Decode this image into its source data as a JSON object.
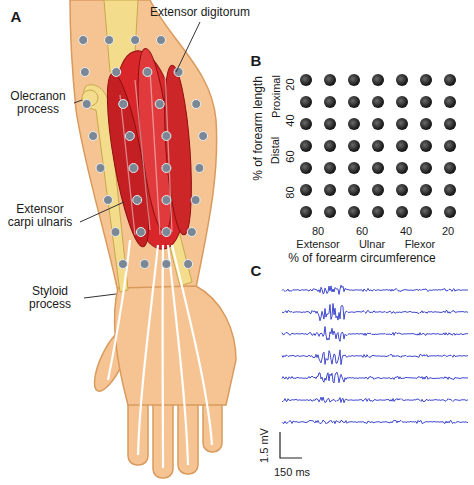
{
  "diagram": {
    "labels": [
      "A",
      "Extensor digitorum",
      "Olecranon process",
      "Extensor carpi ulnaris",
      "Styloid process",
      "B",
      "Proximal",
      "Distal",
      "% of forearm length",
      "20",
      "40",
      "60",
      "80",
      "80",
      "60",
      "40",
      "20",
      "Extensor",
      "Ulnar",
      "Flexor",
      "% of forearm circumference",
      "C",
      "1.5 mV",
      "150 ms"
    ]
  }
}
